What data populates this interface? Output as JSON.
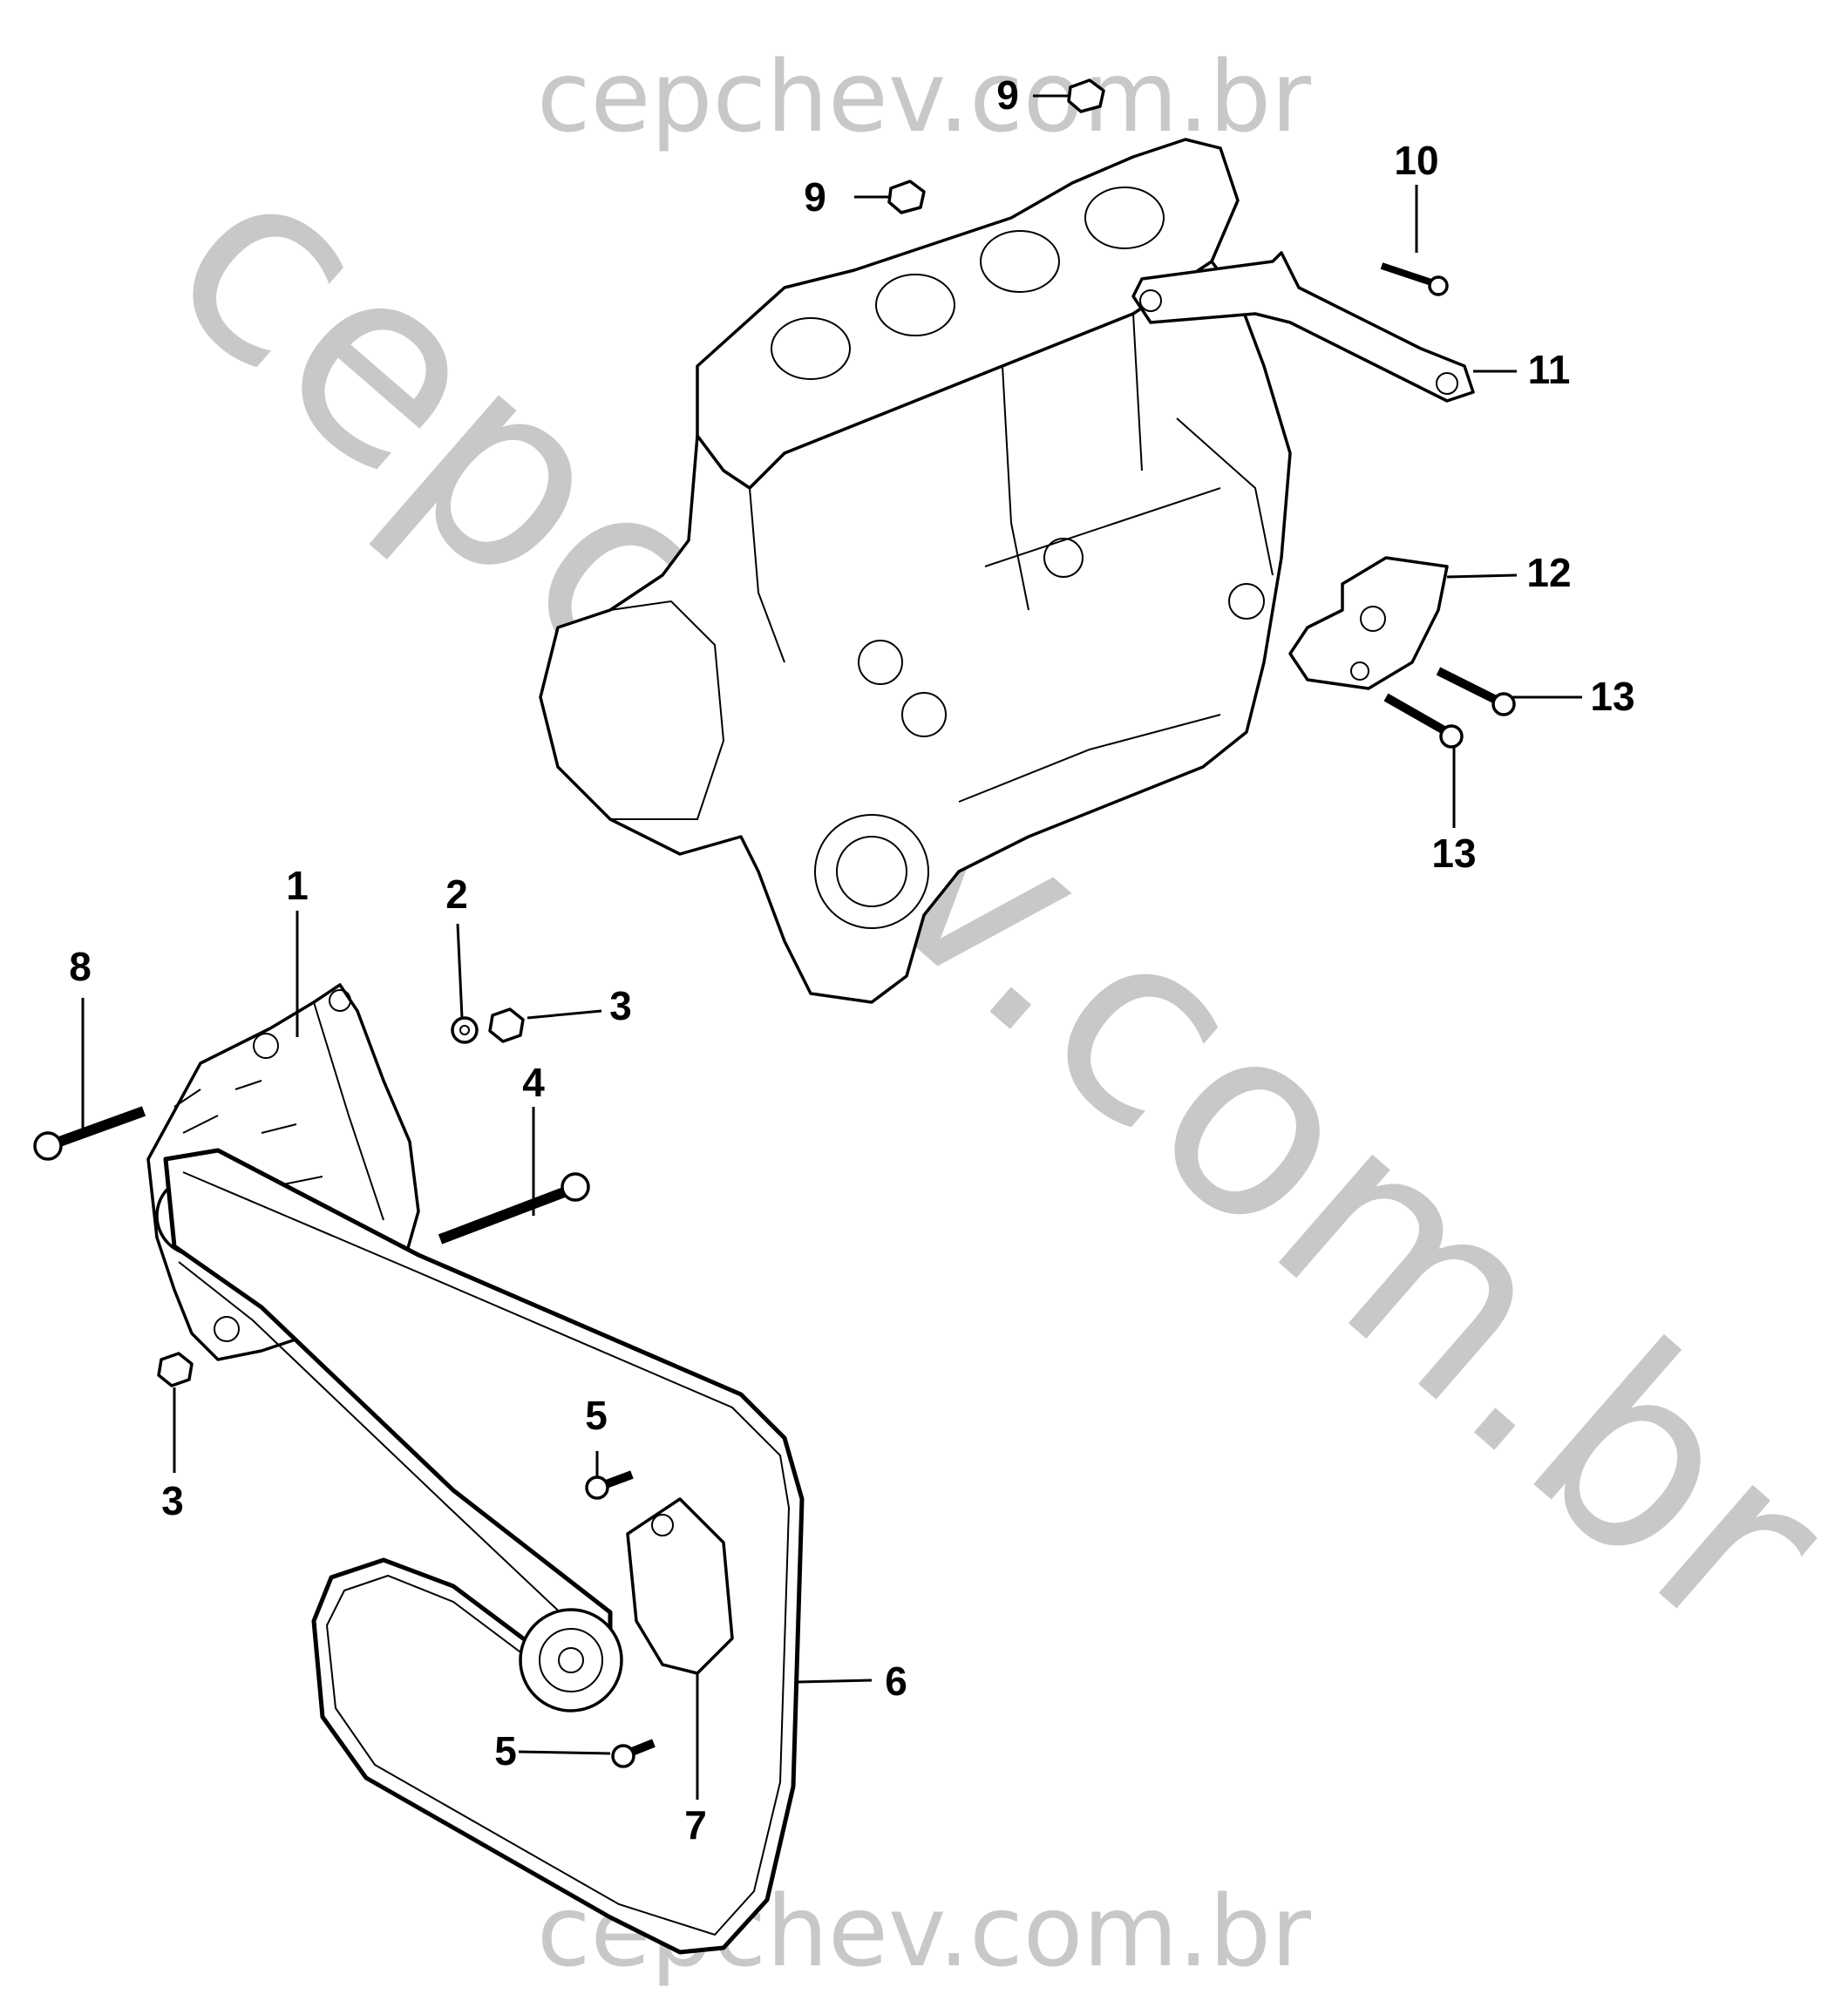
{
  "watermark": {
    "top": "cepchev.com.br",
    "bottom": "cepchev.com.br",
    "diagonal": "cepchev.com.br",
    "color": "#c8c8c8"
  },
  "callouts": [
    {
      "id": "c-1",
      "label": "1"
    },
    {
      "id": "c-2",
      "label": "2"
    },
    {
      "id": "c-3a",
      "label": "3"
    },
    {
      "id": "c-3b",
      "label": "3"
    },
    {
      "id": "c-4",
      "label": "4"
    },
    {
      "id": "c-5a",
      "label": "5"
    },
    {
      "id": "c-5b",
      "label": "5"
    },
    {
      "id": "c-6",
      "label": "6"
    },
    {
      "id": "c-7",
      "label": "7"
    },
    {
      "id": "c-8",
      "label": "8"
    },
    {
      "id": "c-9a",
      "label": "9"
    },
    {
      "id": "c-9b",
      "label": "9"
    },
    {
      "id": "c-10",
      "label": "10"
    },
    {
      "id": "c-11",
      "label": "11"
    },
    {
      "id": "c-12",
      "label": "12"
    },
    {
      "id": "c-13a",
      "label": "13"
    },
    {
      "id": "c-13b",
      "label": "13"
    }
  ]
}
